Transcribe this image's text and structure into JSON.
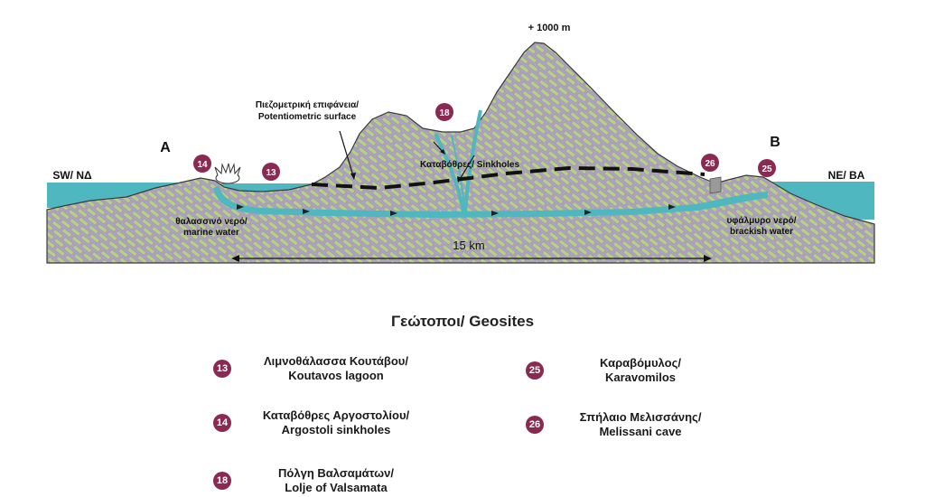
{
  "colors": {
    "rock_fill": "#b5d37e",
    "rock_pattern": "#a995c6",
    "water": "#4fb7bf",
    "badge": "#8a2a52",
    "outline": "#3a3a3a",
    "cave": "#9a9a9a"
  },
  "cross_section": {
    "elevation_label": "+ 1000 m",
    "point_a": "A",
    "point_b": "B",
    "left_direction": "SW/ NΔ",
    "right_direction": "NE/ BA",
    "potentiometric_label": [
      "Πιεζομετρική επιφάνεια/",
      "Potentiometric surface"
    ],
    "sinkholes_label": "Καταβόθρες/ Sinkholes",
    "marine_water_label": [
      "θαλασσινό νερό/",
      "marine water"
    ],
    "brackish_water_label": [
      "υφάλμυρο νερό/",
      "brackish water"
    ],
    "distance_label": "15 km",
    "site_markers": [
      "14",
      "13",
      "18",
      "26",
      "25"
    ]
  },
  "legend": {
    "title": "Γεώτοποι/ Geosites",
    "items": [
      {
        "id": "13",
        "line1": "Λιμνοθάλασσα Κουτάβου/",
        "line2": "Koutavos lagoon"
      },
      {
        "id": "14",
        "line1": "Καταβόθρες Αργοστολίου/",
        "line2": "Argostoli sinkholes"
      },
      {
        "id": "18",
        "line1": "Πόλγη Βαλσαμάτων/",
        "line2": "Lolje of Valsamata"
      },
      {
        "id": "25",
        "line1": "Καραβόμυλος/",
        "line2": "Karavomilos"
      },
      {
        "id": "26",
        "line1": "Σπήλαιο Μελισσάνης/",
        "line2": "Melissani cave"
      }
    ]
  }
}
